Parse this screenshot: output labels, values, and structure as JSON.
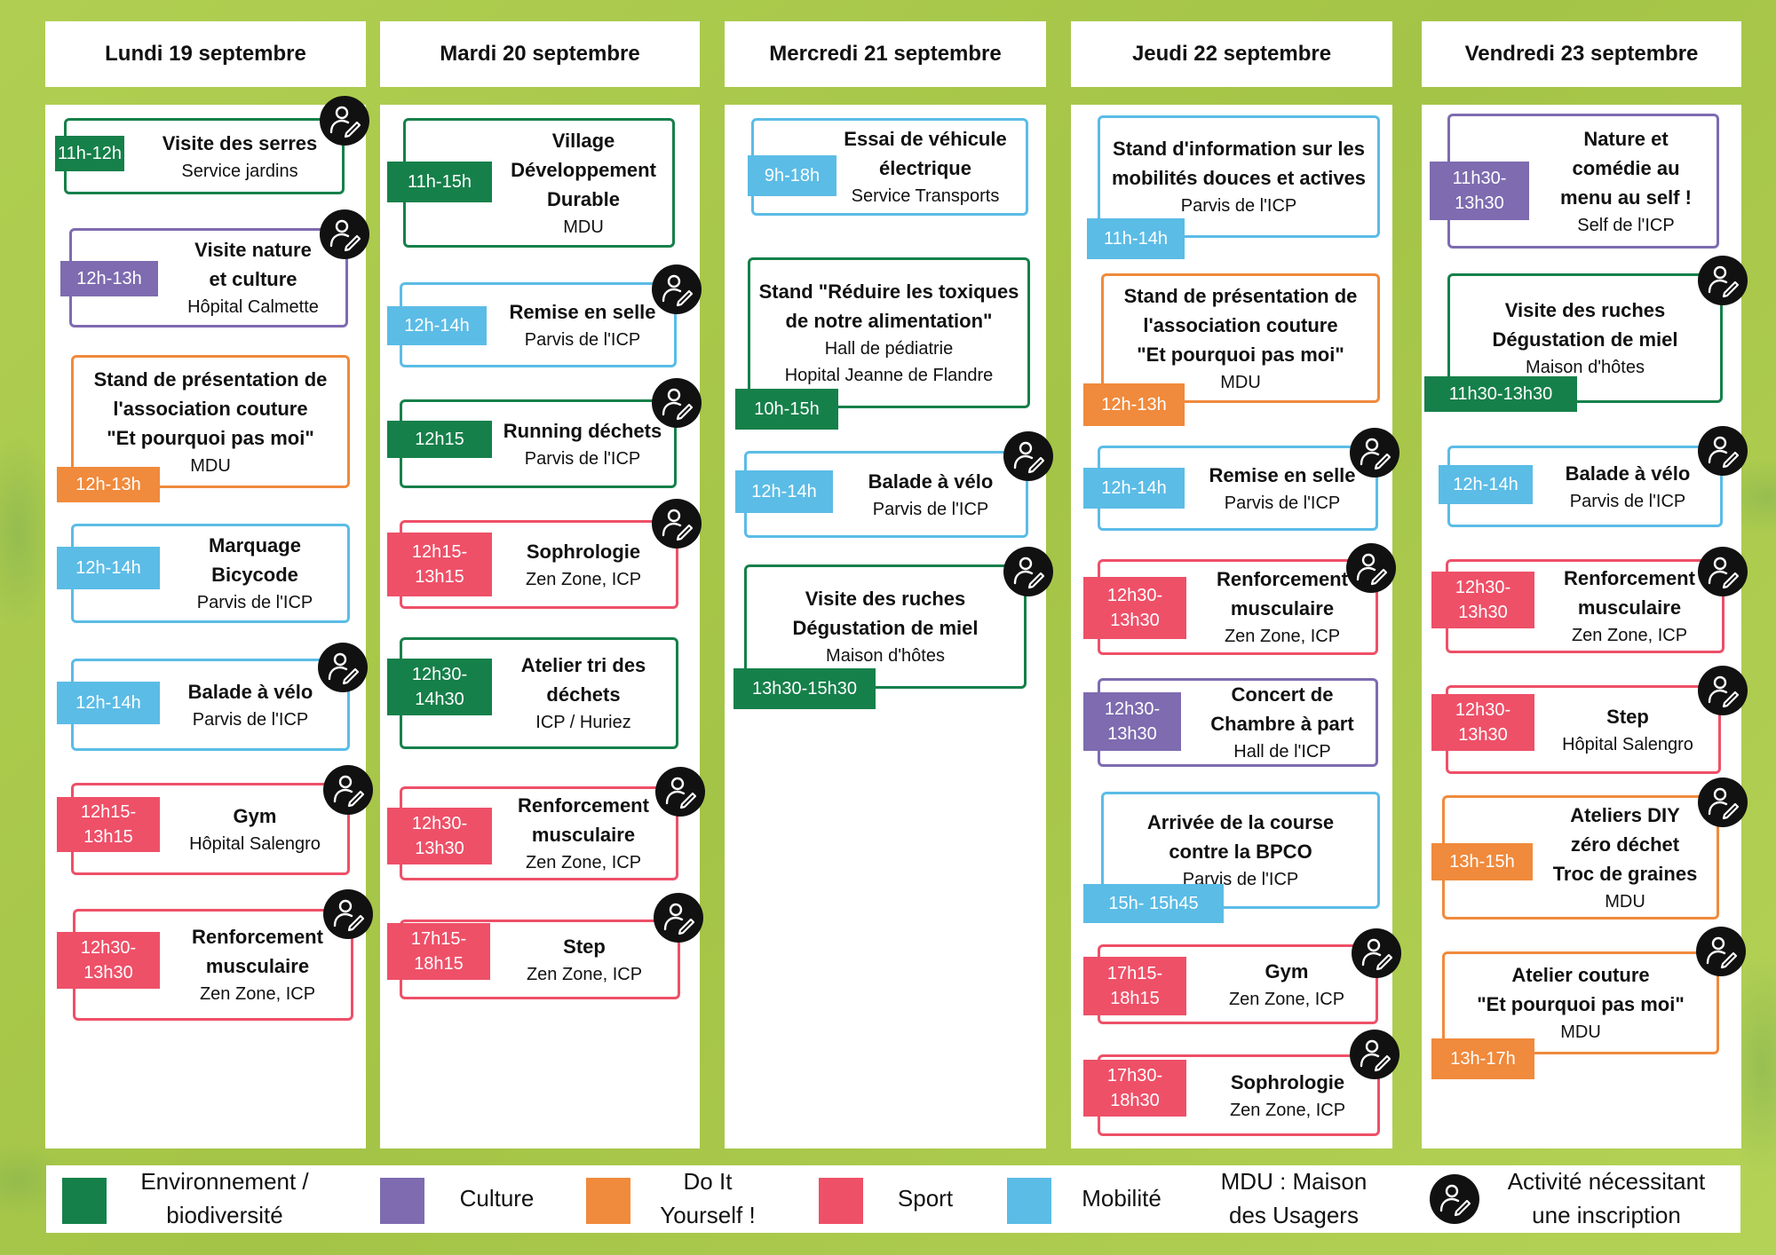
{
  "colors": {
    "environnement": "#16804a",
    "culture": "#7e6bb0",
    "diy": "#f08a3c",
    "sport": "#ee5068",
    "mobilite": "#5bbce6"
  },
  "days": [
    {
      "label": "Lundi 19 septembre",
      "events": [
        {
          "title": "Visite des serres",
          "place": "Service jardins",
          "time": "11h-12h",
          "cat": "environnement",
          "insc": true
        },
        {
          "title": "Visite nature\net culture",
          "place": "Hôpital Calmette",
          "time": "12h-13h",
          "cat": "culture",
          "insc": true
        },
        {
          "title": "Stand de présentation de\nl'association couture\n\"Et pourquoi pas moi\"",
          "place": "MDU",
          "time": "12h-13h",
          "cat": "diy",
          "insc": false
        },
        {
          "title": "Marquage\nBicycode",
          "place": "Parvis de l'ICP",
          "time": "12h-14h",
          "cat": "mobilite",
          "insc": false
        },
        {
          "title": "Balade à vélo",
          "place": "Parvis de l'ICP",
          "time": "12h-14h",
          "cat": "mobilite",
          "insc": true
        },
        {
          "title": "Gym",
          "place": "Hôpital Salengro",
          "time": "12h15-\n13h15",
          "cat": "sport",
          "insc": true
        },
        {
          "title": "Renforcement\nmusculaire",
          "place": "Zen Zone, ICP",
          "time": "12h30-\n13h30",
          "cat": "sport",
          "insc": true
        }
      ]
    },
    {
      "label": "Mardi 20 septembre",
      "events": [
        {
          "title": "Village\nDéveloppement\nDurable",
          "place": "MDU",
          "time": "11h-15h",
          "cat": "environnement",
          "insc": false
        },
        {
          "title": "Remise en selle",
          "place": "Parvis de l'ICP",
          "time": "12h-14h",
          "cat": "mobilite",
          "insc": true
        },
        {
          "title": "Running déchets",
          "place": "Parvis de l'ICP",
          "time": "12h15",
          "cat": "environnement",
          "insc": true
        },
        {
          "title": "Sophrologie",
          "place": "Zen Zone, ICP",
          "time": "12h15-\n13h15",
          "cat": "sport",
          "insc": true
        },
        {
          "title": "Atelier tri des\ndéchets",
          "place": "ICP / Huriez",
          "time": "12h30-\n14h30",
          "cat": "environnement",
          "insc": false
        },
        {
          "title": "Renforcement\nmusculaire",
          "place": "Zen Zone, ICP",
          "time": "12h30-\n13h30",
          "cat": "sport",
          "insc": true
        },
        {
          "title": "Step",
          "place": "Zen Zone, ICP",
          "time": "17h15-\n18h15",
          "cat": "sport",
          "insc": true
        }
      ]
    },
    {
      "label": "Mercredi 21 septembre",
      "events": [
        {
          "title": "Essai de véhicule\nélectrique",
          "place": "Service Transports",
          "time": "9h-18h",
          "cat": "mobilite",
          "insc": false
        },
        {
          "title": "Stand \"Réduire les toxiques\nde notre alimentation\"",
          "place": "Hall de pédiatrie\nHopital Jeanne de Flandre",
          "time": "10h-15h",
          "cat": "environnement",
          "insc": false
        },
        {
          "title": "Balade à vélo",
          "place": "Parvis de l'ICP",
          "time": "12h-14h",
          "cat": "mobilite",
          "insc": true
        },
        {
          "title": "Visite des ruches\nDégustation de miel",
          "place": "Maison d'hôtes",
          "time": "13h30-15h30",
          "cat": "environnement",
          "insc": true
        }
      ]
    },
    {
      "label": "Jeudi 22 septembre",
      "events": [
        {
          "title": "Stand d'information sur les\nmobilités douces et actives",
          "place": "Parvis de l'ICP",
          "time": "11h-14h",
          "cat": "mobilite",
          "insc": false
        },
        {
          "title": "Stand de présentation de\nl'association couture\n\"Et pourquoi pas moi\"",
          "place": "MDU",
          "time": "12h-13h",
          "cat": "diy",
          "insc": false
        },
        {
          "title": "Remise en selle",
          "place": "Parvis de l'ICP",
          "time": "12h-14h",
          "cat": "mobilite",
          "insc": true
        },
        {
          "title": "Renforcement\nmusculaire",
          "place": "Zen Zone, ICP",
          "time": "12h30-\n13h30",
          "cat": "sport",
          "insc": true
        },
        {
          "title": "Concert de\nChambre à part",
          "place": "Hall de l'ICP",
          "time": "12h30-\n13h30",
          "cat": "culture",
          "insc": false
        },
        {
          "title": "Arrivée de la course\ncontre la BPCO",
          "place": "Parvis de l'ICP",
          "time": "15h- 15h45",
          "cat": "mobilite",
          "insc": false
        },
        {
          "title": "Gym",
          "place": "Zen Zone, ICP",
          "time": "17h15-\n18h15",
          "cat": "sport",
          "insc": true
        },
        {
          "title": "Sophrologie",
          "place": "Zen Zone, ICP",
          "time": "17h30-\n18h30",
          "cat": "sport",
          "insc": true
        }
      ]
    },
    {
      "label": "Vendredi 23 septembre",
      "events": [
        {
          "title": "Nature et\ncomédie au\nmenu au self !",
          "place": "Self de l'ICP",
          "time": "11h30-\n13h30",
          "cat": "culture",
          "insc": false
        },
        {
          "title": "Visite des ruches\nDégustation de miel",
          "place": "Maison d'hôtes",
          "time": "11h30-13h30",
          "cat": "environnement",
          "insc": true
        },
        {
          "title": "Balade à vélo",
          "place": "Parvis de l'ICP",
          "time": "12h-14h",
          "cat": "mobilite",
          "insc": true
        },
        {
          "title": "Renforcement\nmusculaire",
          "place": "Zen Zone, ICP",
          "time": "12h30-\n13h30",
          "cat": "sport",
          "insc": true
        },
        {
          "title": "Step",
          "place": "Hôpital Salengro",
          "time": "12h30-\n13h30",
          "cat": "sport",
          "insc": true
        },
        {
          "title": "Ateliers DIY\nzéro déchet\nTroc de graines",
          "place": "MDU",
          "time": "13h-15h",
          "cat": "diy",
          "insc": true
        },
        {
          "title": "Atelier couture\n\"Et pourquoi pas moi\"",
          "place": "MDU",
          "time": "13h-17h",
          "cat": "diy",
          "insc": true
        }
      ]
    }
  ],
  "legend": {
    "environnement": "Environnement /\nbiodiversité",
    "culture": "Culture",
    "diy": "Do It\nYourself !",
    "sport": "Sport",
    "mobilite": "Mobilité",
    "mdu": "MDU : Maison\ndes Usagers",
    "inscription": "Activité nécessitant\nune inscription",
    "inscription_icon": "person-edit-icon"
  }
}
